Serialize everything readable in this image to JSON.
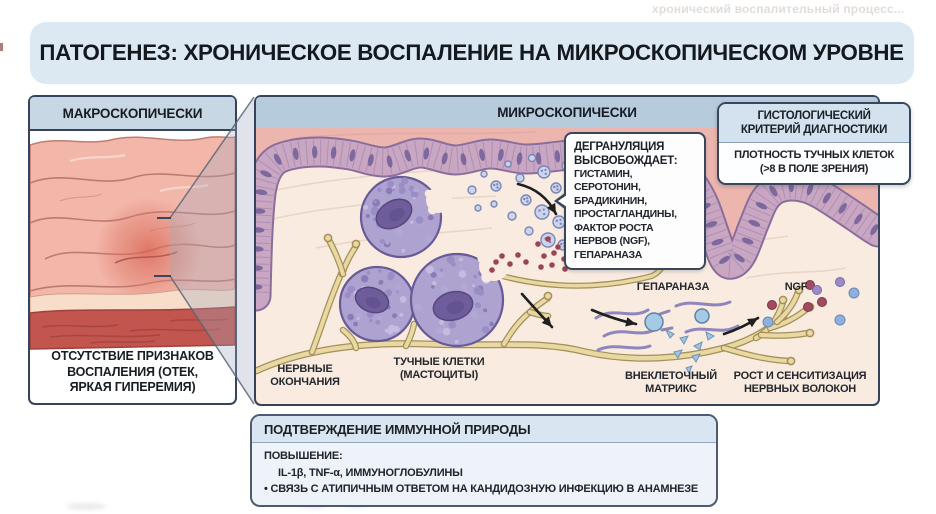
{
  "watermark": "хронический воспалительный процесс...",
  "title": "ПАТОГЕНЕЗ: ХРОНИЧЕСКОЕ ВОСПАЛЕНИЕ НА МИКРОСКОПИЧЕСКОМ УРОВНЕ",
  "macro_panel": {
    "header": "МАКРОСКОПИЧЕСКИ",
    "caption": "ОТСУТСТВИЕ ПРИЗНАКОВ\nВОСПАЛЕНИЯ (ОТЕК,\nЯРКАЯ ГИПЕРЕМИЯ)"
  },
  "micro_panel": {
    "header": "МИКРОСКОПИЧЕСКИ",
    "callout": {
      "title": "ДЕГРАНУЛЯЦИЯ\nВЫСВОБОЖДАЕТ:",
      "items": "ГИСТАМИН,\nСЕРОТОНИН,\nБРАДИКИНИН,\nПРОСТАГЛАНДИНЫ,\nФАКТОР РОСТА\nНЕРВОВ (NGF),\nГЕПАРАНАЗА"
    },
    "labels": {
      "nerve_endings": "НЕРВНЫЕ\nОКОНЧАНИЯ",
      "mast_cells": "ТУЧНЫЕ КЛЕТКИ\n(МАСТОЦИТЫ)",
      "heparanase": "ГЕПАРАНАЗА",
      "ecm": "ВНЕКЛЕТОЧНЫЙ\nМАТРИКС",
      "ngf": "NGF",
      "nerve_growth": "РОСТ И СЕНСИТИЗАЦИЯ\nНЕРВНЫХ ВОЛОКОН"
    }
  },
  "histology_box": {
    "title": "ГИСТОЛОГИЧЕСКИЙ\nКРИТЕРИЙ ДИАГНОСТИКИ",
    "body": "ПЛОТНОСТЬ ТУЧНЫХ КЛЕТОК\n(>8 В ПОЛЕ ЗРЕНИЯ)"
  },
  "immune_box": {
    "header": "ПОДТВЕРЖДЕНИЕ ИММУННОЙ ПРИРОДЫ",
    "lines": {
      "increase": "ПОВЫШЕНИЕ:",
      "markers": "IL-1β, TNF-α, ИММУНОГЛОБУЛИНЫ",
      "bullet": "• СВЯЗЬ С АТИПИЧНЫМ ОТВЕТОМ НА КАНДИДОЗНУЮ ИНФЕКЦИЮ В АНАМНЕЗЕ"
    }
  },
  "colors": {
    "title_bar_bg": "#dce9f3",
    "panel_border": "#36435a",
    "macro_header_bg": "#c8d7e4",
    "micro_header_bg": "#b6cbdc",
    "micro_bg": "#f9ebdf",
    "micro_bg_upper": "#ecb6ae",
    "epithelium": "#c9a7c3",
    "epithelium_outline": "#8b6d9c",
    "mast_cell_body": "#aea3d0",
    "mast_cell_outline": "#675a96",
    "mast_nucleus": "#6e5c9b",
    "nerve_fill": "#e9d8a1",
    "nerve_outline": "#a3905a",
    "granule_blue": "#ccd4ec",
    "granule_blue_outline": "#7b86b8",
    "granule_red": "#9c4456",
    "ecm_fiber": "#8f86bd",
    "heparanase_blob": "#a6c9e6",
    "arrow": "#1f1f1f"
  }
}
